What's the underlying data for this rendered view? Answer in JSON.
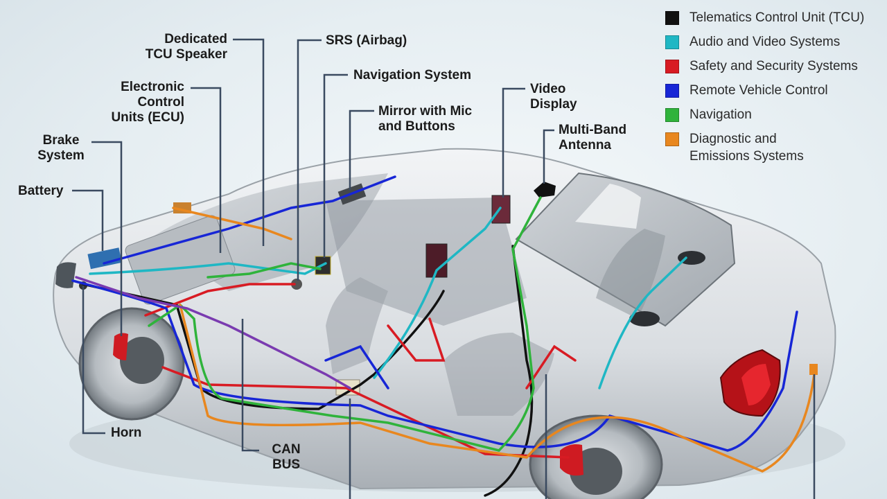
{
  "labels": {
    "dedicated_tcu_speaker": "Dedicated\nTCU Speaker",
    "srs_airbag": "SRS (Airbag)",
    "navigation_system": "Navigation System",
    "ecu": "Electronic\nControl\nUnits (ECU)",
    "mirror": "Mirror with Mic\nand Buttons",
    "video_display": "Video\nDisplay",
    "multi_band_antenna": "Multi-Band\nAntenna",
    "brake_system": "Brake\nSystem",
    "battery": "Battery",
    "horn": "Horn",
    "can_bus": "CAN\nBUS"
  },
  "legend": [
    {
      "label": "Telematics Control Unit (TCU)",
      "color": "#111111"
    },
    {
      "label": "Audio and Video Systems",
      "color": "#1fb7c4"
    },
    {
      "label": "Safety and Security Systems",
      "color": "#d81b23"
    },
    {
      "label": "Remote Vehicle Control",
      "color": "#1726d6"
    },
    {
      "label": "Navigation",
      "color": "#2fb33b"
    },
    {
      "label": "Diagnostic and\nEmissions Systems",
      "color": "#e8871f"
    }
  ],
  "wire_colors": {
    "tcu": "#111111",
    "audio_video": "#1fb7c4",
    "safety": "#d81b23",
    "remote": "#1726d6",
    "navigation": "#2fb33b",
    "diagnostic": "#e8871f",
    "can": "#7a3bb0"
  }
}
